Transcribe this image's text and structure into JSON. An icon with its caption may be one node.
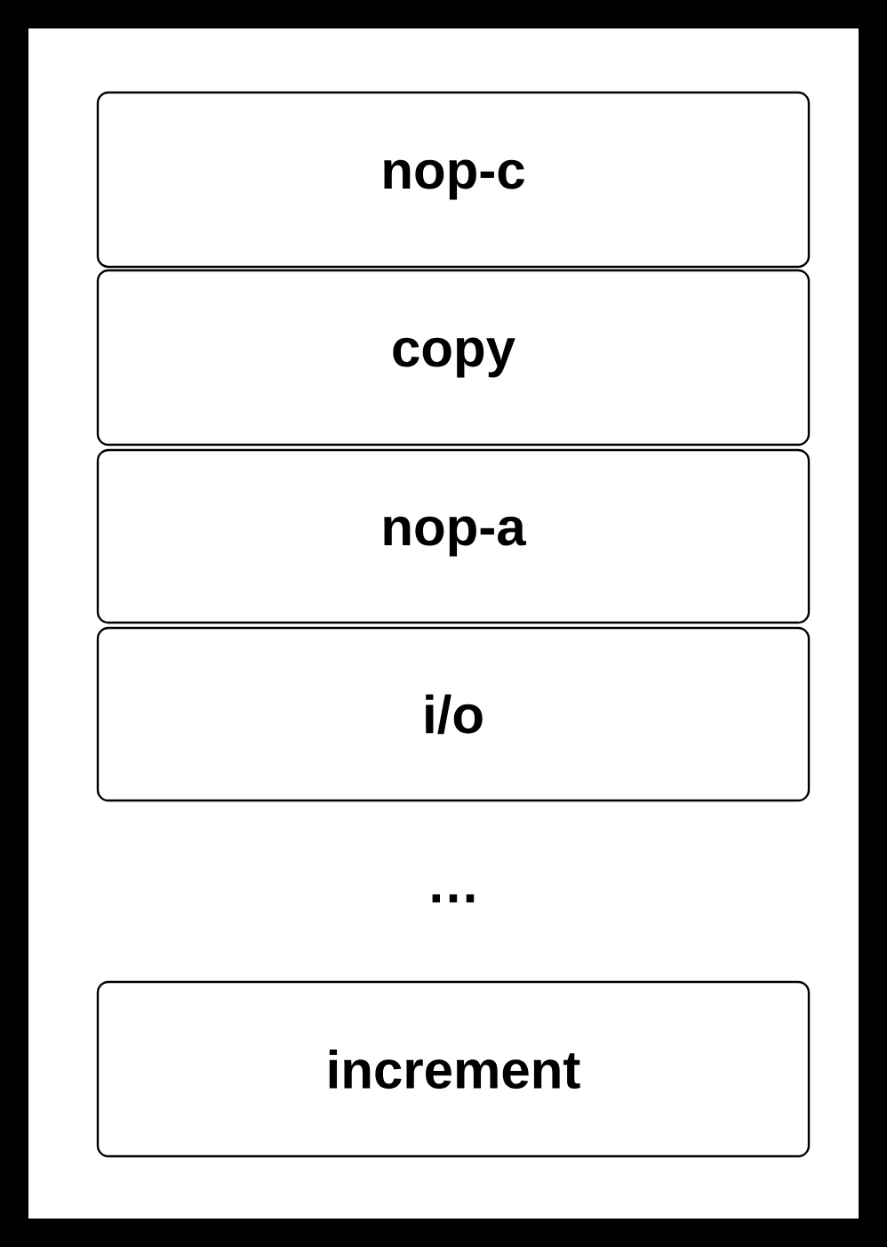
{
  "diagram": {
    "nodes": [
      {
        "text": [
          "nop-c"
        ]
      },
      {
        "text": [
          "copy"
        ]
      },
      {
        "text": [
          "nop-a"
        ]
      },
      {
        "text": [
          "i/o"
        ]
      },
      {
        "text": [
          "increment"
        ]
      }
    ],
    "labels": [
      "…"
    ]
  }
}
